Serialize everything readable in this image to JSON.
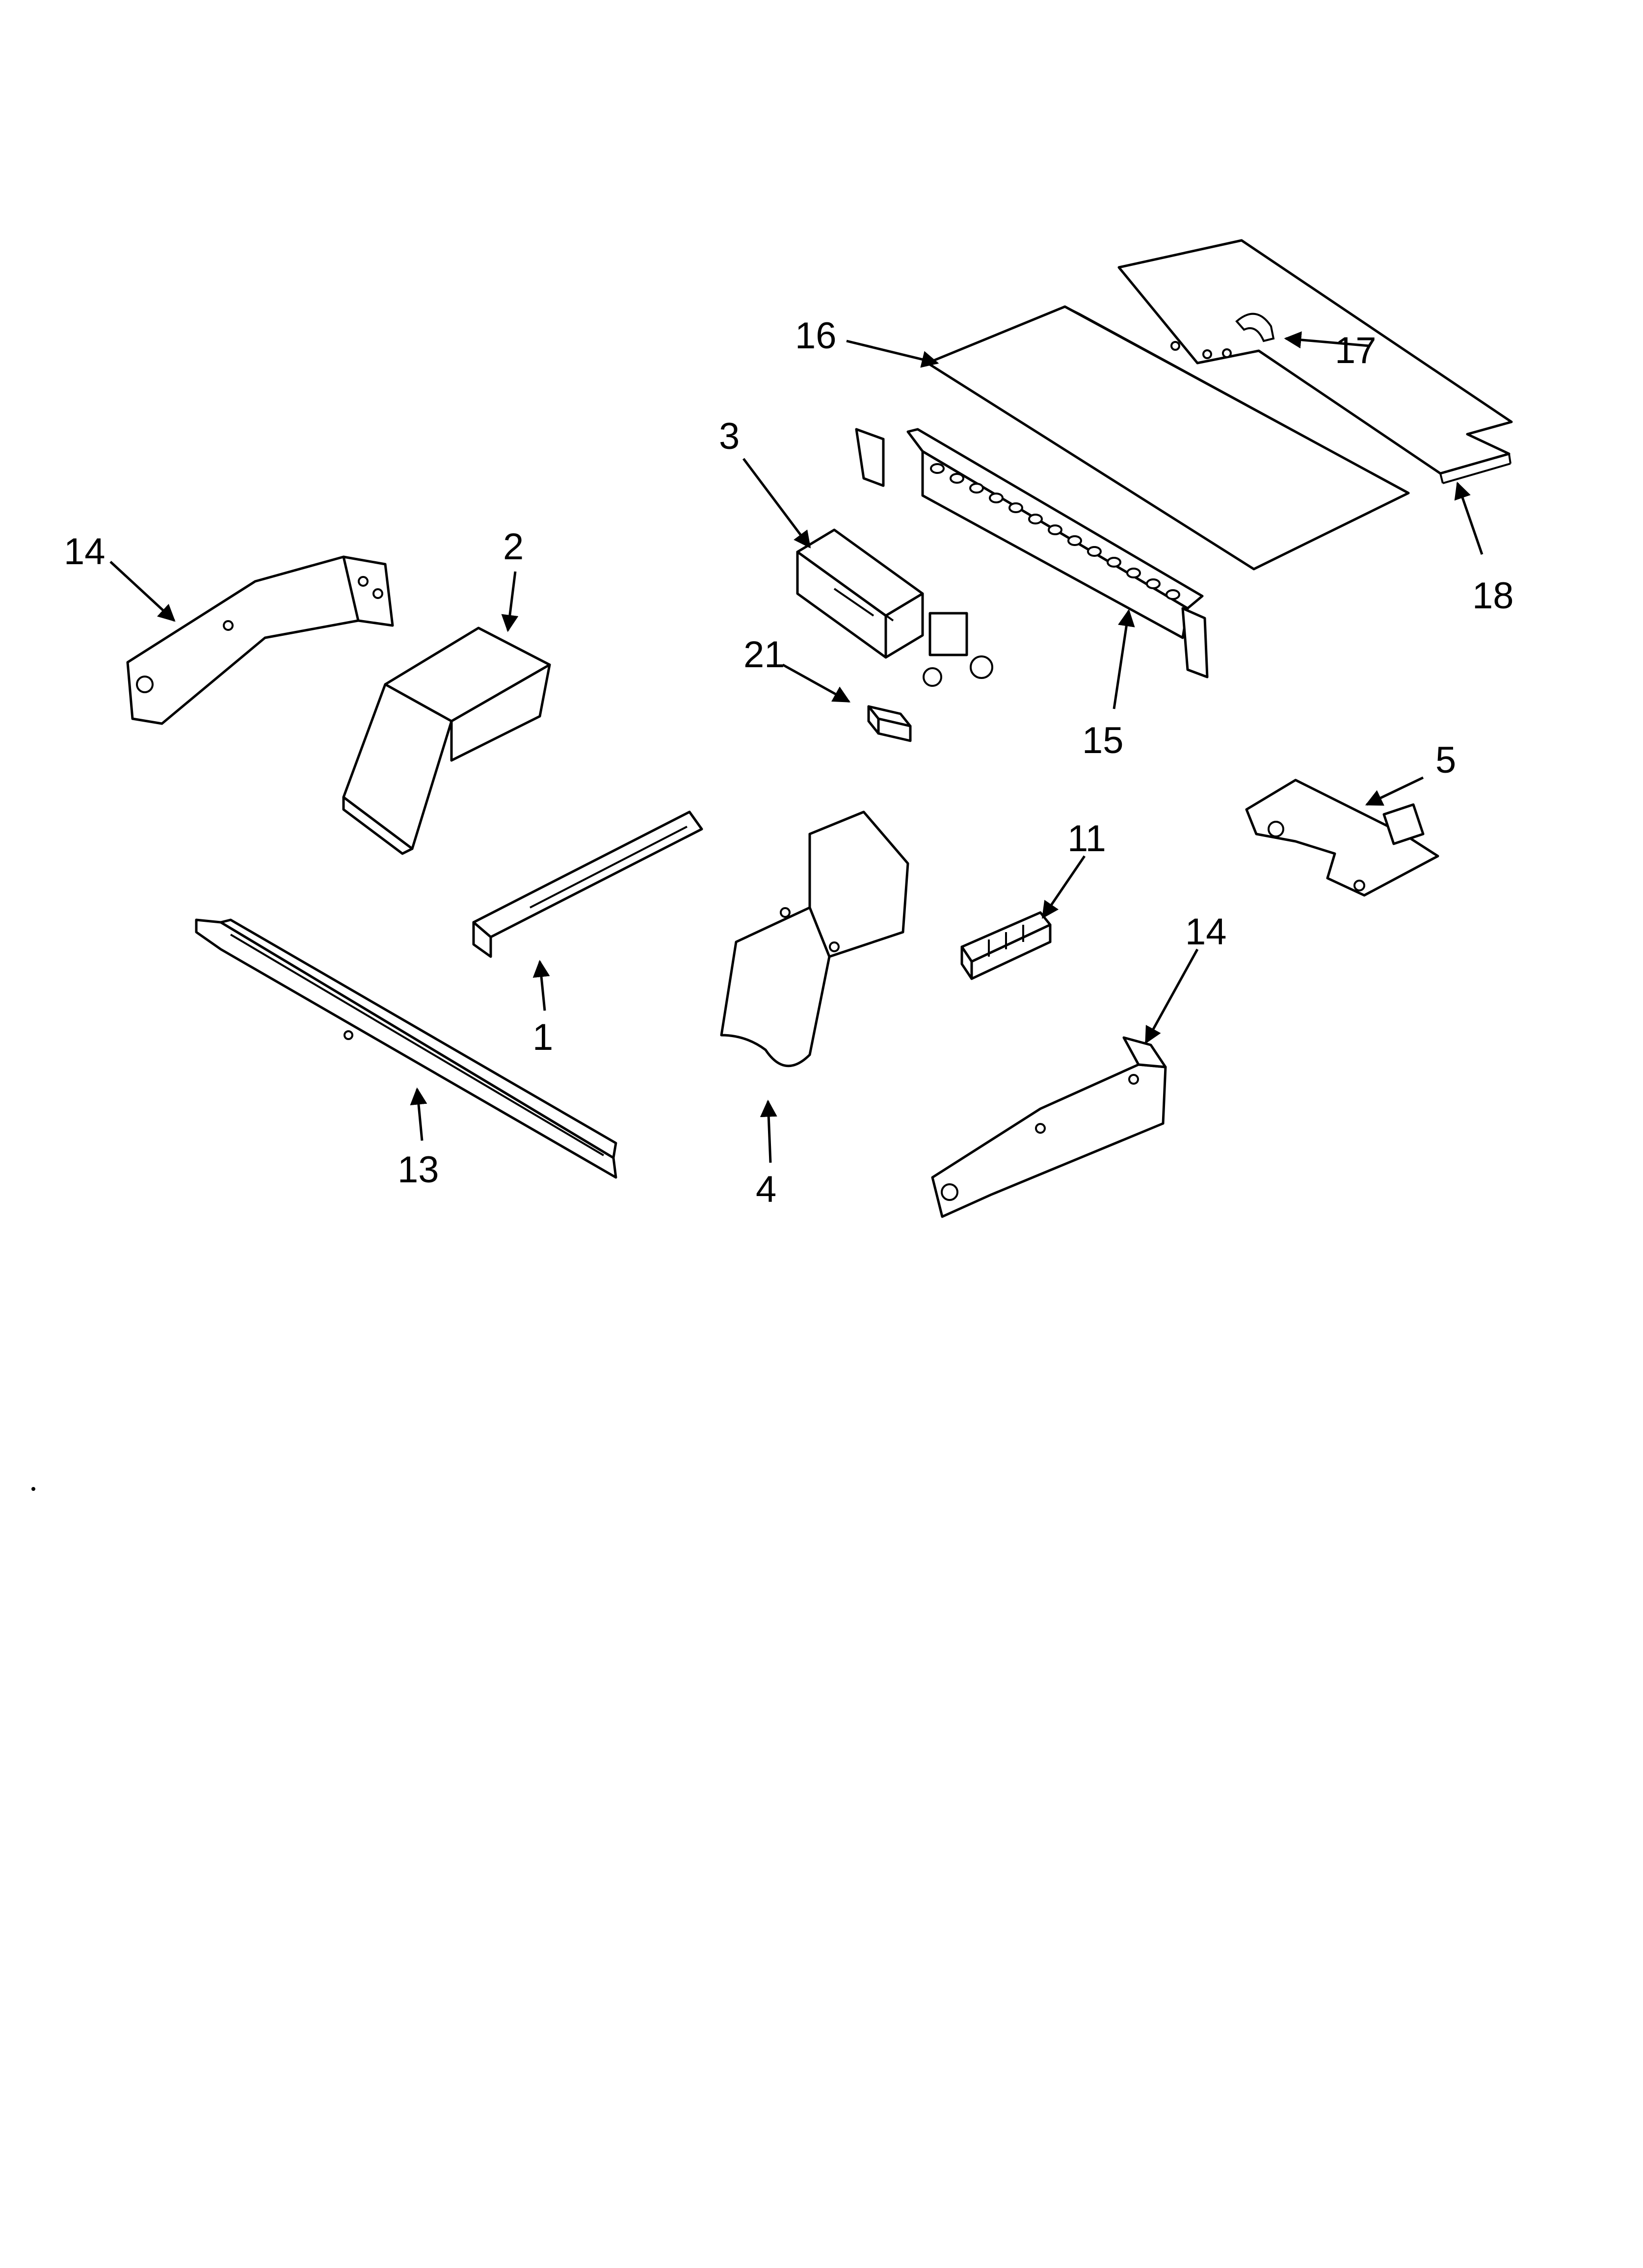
{
  "diagram": {
    "callouts": [
      {
        "id": "16",
        "text": "16"
      },
      {
        "id": "17",
        "text": "17"
      },
      {
        "id": "18",
        "text": "18"
      },
      {
        "id": "3",
        "text": "3"
      },
      {
        "id": "15",
        "text": "15"
      },
      {
        "id": "21",
        "text": "21"
      },
      {
        "id": "14a",
        "text": "14"
      },
      {
        "id": "2",
        "text": "2"
      },
      {
        "id": "5",
        "text": "5"
      },
      {
        "id": "11",
        "text": "11"
      },
      {
        "id": "14b",
        "text": "14"
      },
      {
        "id": "1",
        "text": "1"
      },
      {
        "id": "13",
        "text": "13"
      },
      {
        "id": "4",
        "text": "4"
      }
    ],
    "stroke_color": "#000000",
    "background_color": "#ffffff"
  }
}
